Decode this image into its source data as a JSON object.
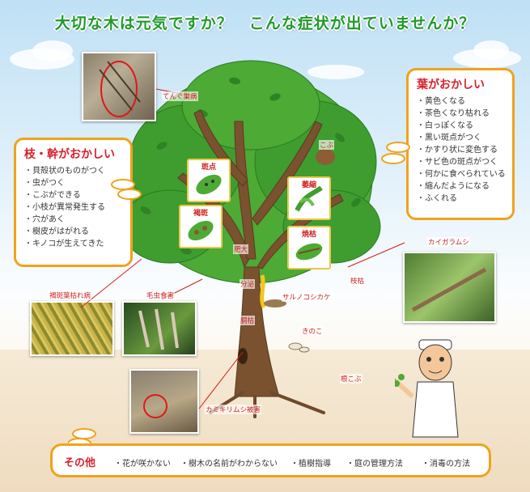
{
  "title": "大切な木は元気ですか？　こんな症状が出ていませんか？",
  "branch_panel": {
    "heading": "枝・幹がおかしい",
    "items": [
      "貝殻状のものがつく",
      "虫がつく",
      "こぶができる",
      "小枝が異常発生する",
      "穴があく",
      "樹皮がはがれる",
      "キノコが生えてきた"
    ]
  },
  "leaf_panel": {
    "heading": "葉がおかしい",
    "items": [
      "黄色くなる",
      "茶色くなり枯れる",
      "白っぽくなる",
      "黒い斑点がつく",
      "かすり状に変色する",
      "サビ色の斑点がつく",
      "何かに食べられている",
      "縮んだようになる",
      "ふくれる"
    ]
  },
  "labels": {
    "tengu": "てんぐ巣病",
    "kobu": "こぶ",
    "hanten": "斑点",
    "kappan": "褐斑",
    "ishuku": "萎縮",
    "shouko": "焼枯",
    "hidai": "肥大",
    "kaigaramushi": "カイガラムシ",
    "kappan_hagare": "褐斑葉枯れ病",
    "kemushi": "毛虫食害",
    "bunpi": "分泌",
    "sarunokoshikake": "サルノコシカケ",
    "edagare": "枝枯",
    "dougare": "胴枯",
    "kinoko": "きのこ",
    "nekobu": "根こぶ",
    "kamikirimushi": "カミキリムシ被害"
  },
  "other": {
    "heading": "その他",
    "items": [
      "花が咲かない",
      "樹木の名前がわからない",
      "植樹指導",
      "庭の管理方法",
      "消毒の方法"
    ]
  },
  "colors": {
    "title_green": "#1f9a2c",
    "heading_red": "#d81f2a",
    "panel_orange": "#f0a21c",
    "leaf_green": "#3f9d2f",
    "trunk_brown": "#6e4a2a"
  }
}
